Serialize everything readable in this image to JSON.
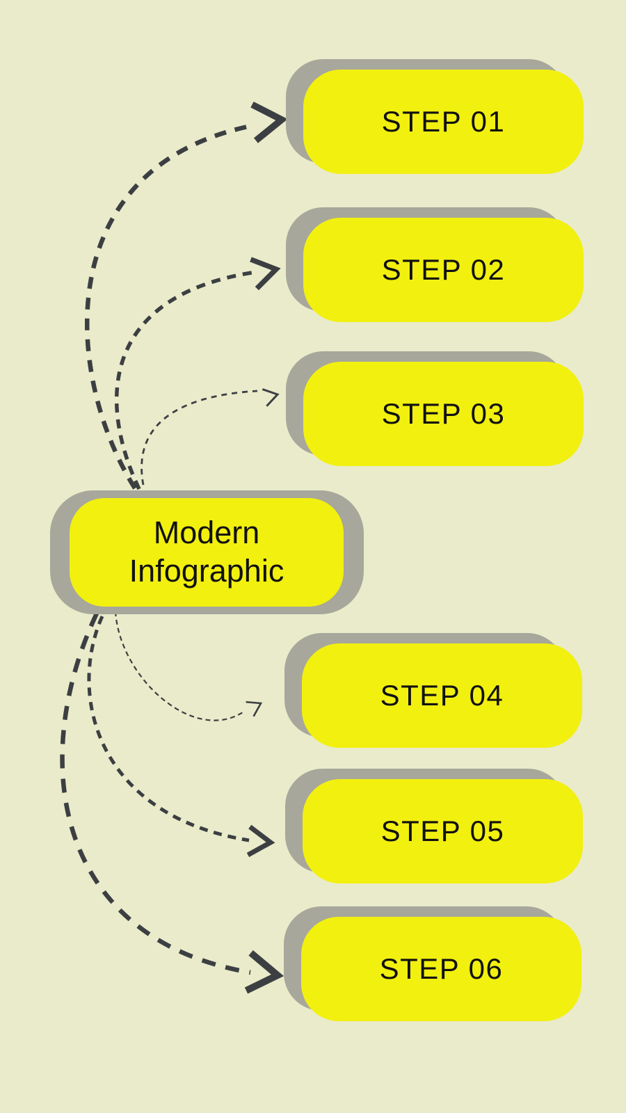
{
  "title": "Modern Infographic",
  "palette": {
    "background": "#e9ebca",
    "node_fill": "#f2f00f",
    "node_shadow": "#a7a79b",
    "arrow": "#3c3f42",
    "text": "#111111"
  },
  "center": {
    "line1": "Modern",
    "line2": "Infographic"
  },
  "steps": [
    {
      "label": "STEP 01"
    },
    {
      "label": "STEP 02"
    },
    {
      "label": "STEP 03"
    },
    {
      "label": "STEP 04"
    },
    {
      "label": "STEP 05"
    },
    {
      "label": "STEP 06"
    }
  ]
}
